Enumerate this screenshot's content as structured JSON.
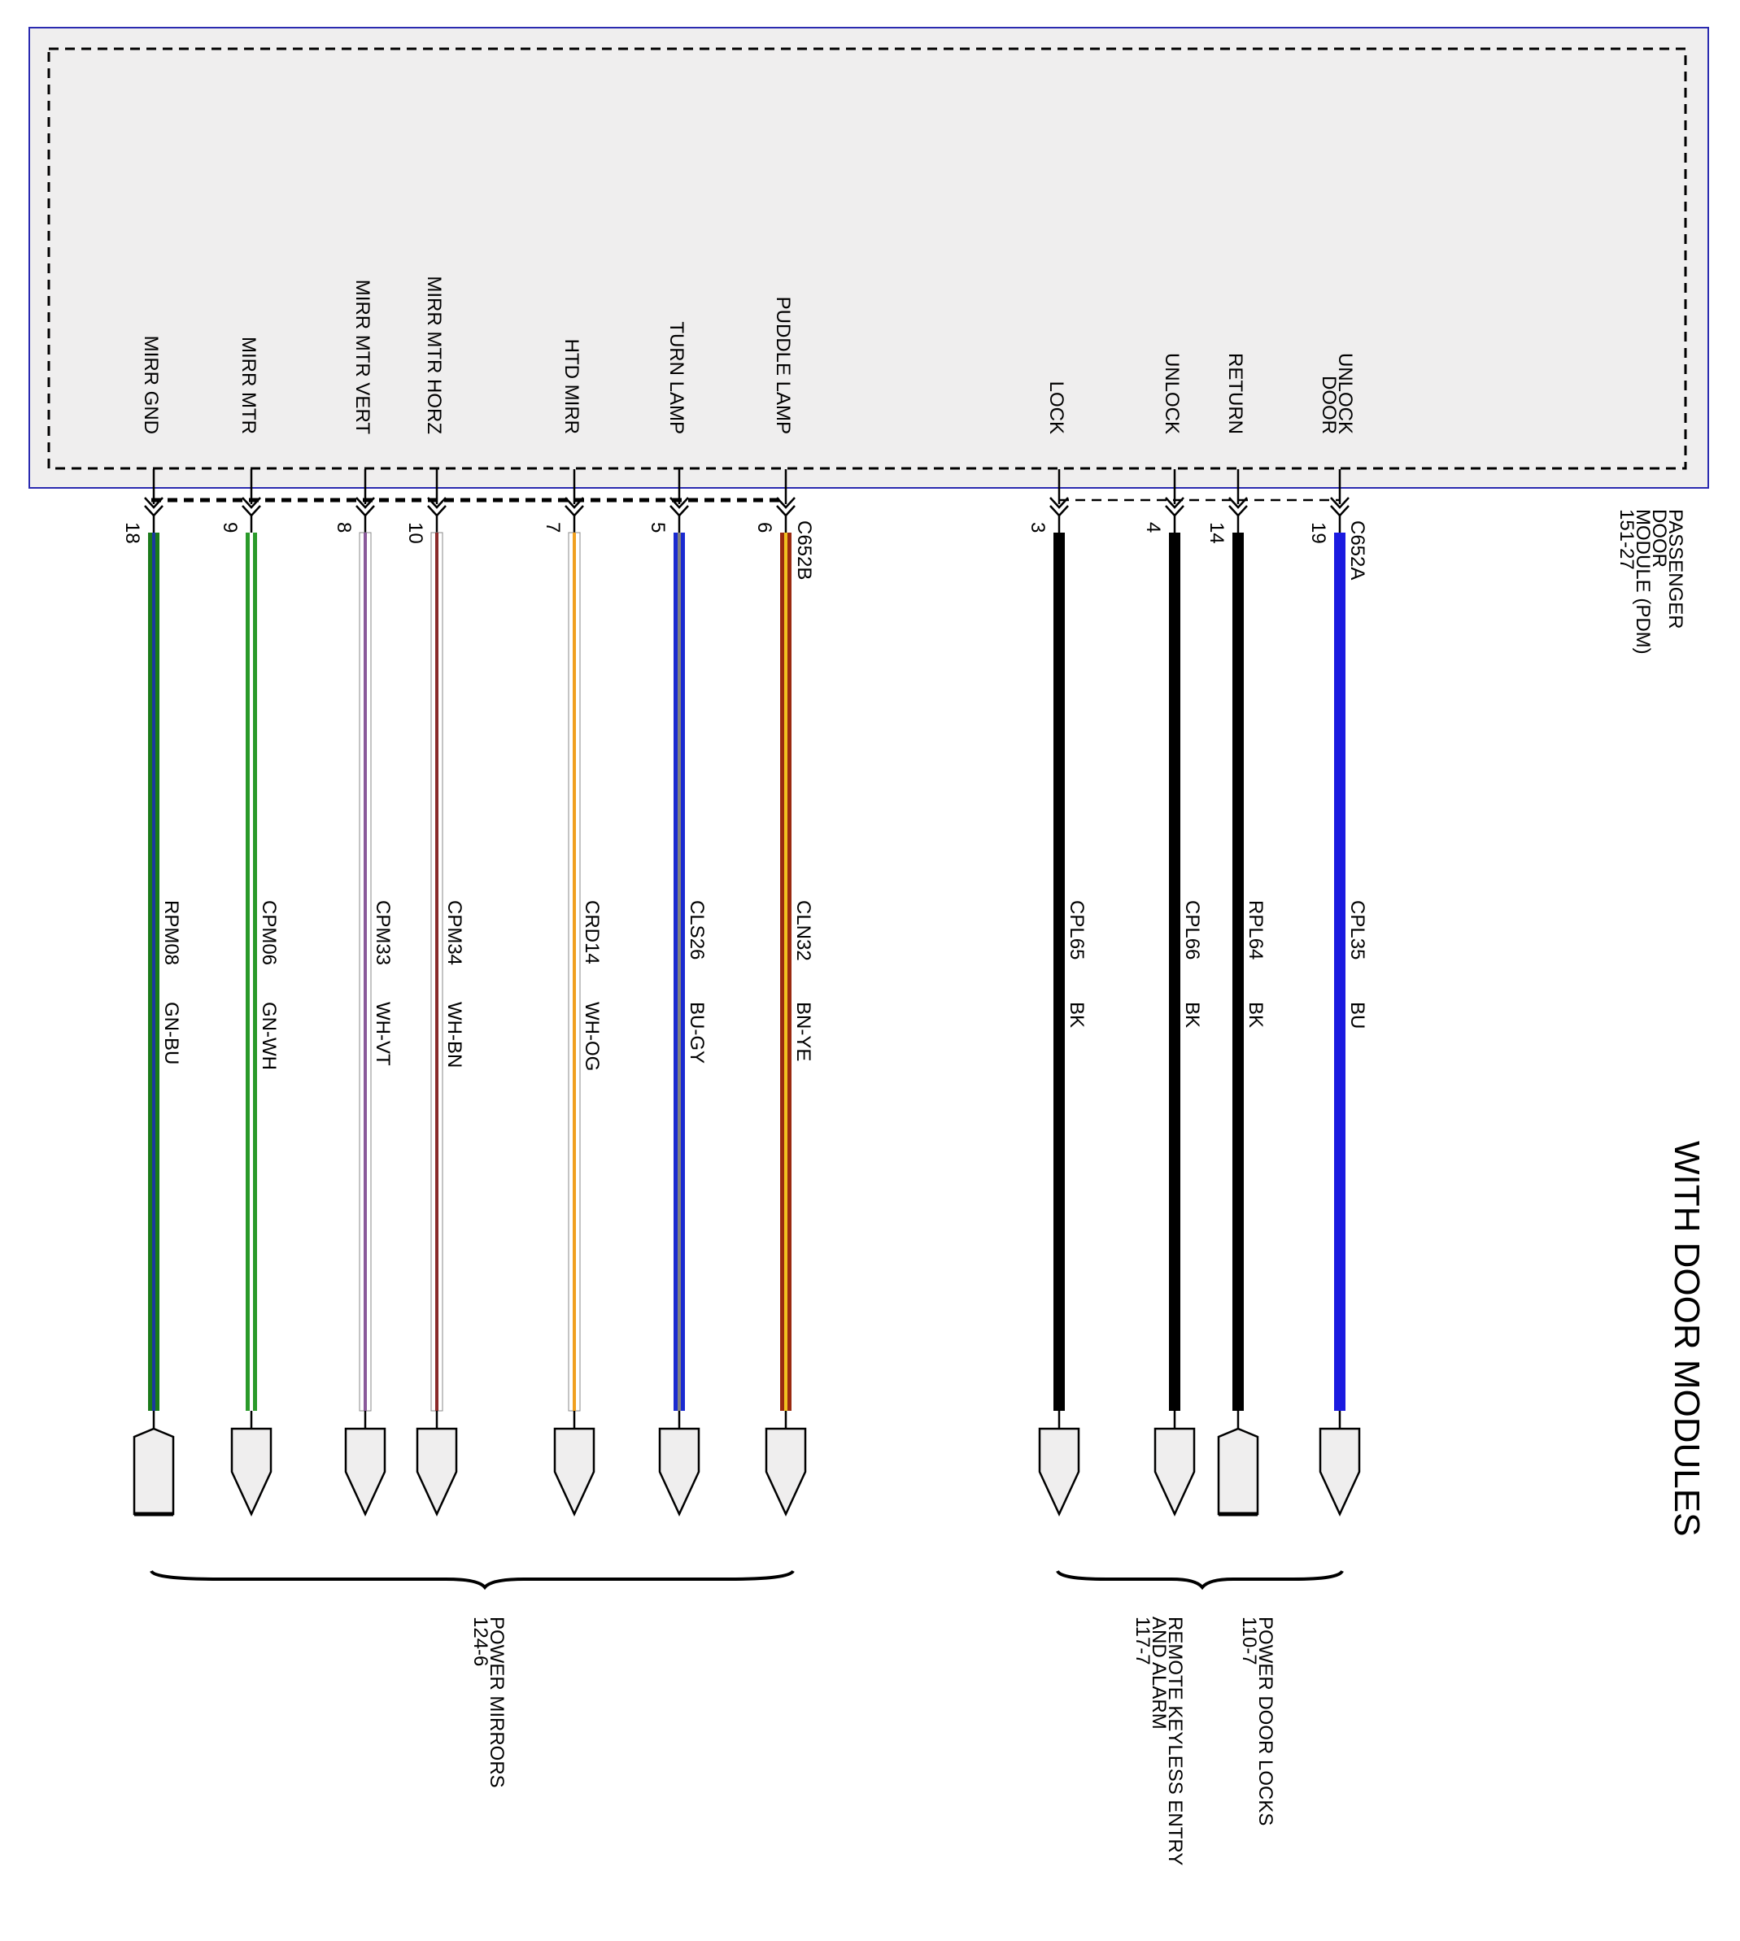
{
  "module": {
    "name_lines": [
      "PASSENGER",
      "DOOR",
      "MODULE (PDM)"
    ],
    "ref": "151-27"
  },
  "title": "WITH DOOR MODULES",
  "connectors": {
    "left": "C652B",
    "right": "C652A"
  },
  "pins": [
    {
      "label": [
        "MIRR GND"
      ],
      "pin": "18",
      "circuit": "RPM08",
      "color_code": "GN-BU",
      "colors": [
        "#1a7a1a",
        "#1a3aa0"
      ],
      "end": "up"
    },
    {
      "label": [
        "MIRR MTR"
      ],
      "pin": "9",
      "circuit": "CPM06",
      "color_code": "GN-WH",
      "colors": [
        "#2a9a2a",
        "#ffffff"
      ],
      "end": "down"
    },
    {
      "label": [
        "MIRR MTR VERT"
      ],
      "pin": "8",
      "circuit": "CPM33",
      "color_code": "WH-VT",
      "colors": [
        "#ffffff",
        "#8a5a9a"
      ],
      "end": "down"
    },
    {
      "label": [
        "MIRR MTR HORZ"
      ],
      "pin": "10",
      "circuit": "CPM34",
      "color_code": "WH-BN",
      "colors": [
        "#ffffff",
        "#8a2a2a"
      ],
      "end": "down"
    },
    {
      "label": [
        "HTD MIRR"
      ],
      "pin": "7",
      "circuit": "CRD14",
      "color_code": "WH-OG",
      "colors": [
        "#ffffff",
        "#f0a020"
      ],
      "end": "down"
    },
    {
      "label": [
        "TURN LAMP"
      ],
      "pin": "5",
      "circuit": "CLS26",
      "color_code": "BU-GY",
      "colors": [
        "#1a2ad0",
        "#808080"
      ],
      "end": "down"
    },
    {
      "label": [
        "PUDDLE LAMP"
      ],
      "pin": "6",
      "circuit": "CLN32",
      "color_code": "BN-YE",
      "colors": [
        "#9a2a10",
        "#f0c020"
      ],
      "end": "down"
    },
    {
      "label": [
        "LOCK"
      ],
      "pin": "3",
      "circuit": "CPL65",
      "color_code": "BK",
      "colors": [
        "#000000"
      ],
      "end": "down"
    },
    {
      "label": [
        "UNLOCK"
      ],
      "pin": "4",
      "circuit": "CPL66",
      "color_code": "BK",
      "colors": [
        "#000000"
      ],
      "end": "down"
    },
    {
      "label": [
        "RETURN"
      ],
      "pin": "14",
      "circuit": "RPL64",
      "color_code": "BK",
      "colors": [
        "#000000"
      ],
      "end": "up"
    },
    {
      "label": [
        "DOOR",
        "UNLOCK"
      ],
      "pin": "19",
      "circuit": "CPL35",
      "color_code": "BU",
      "colors": [
        "#1a1ae0"
      ],
      "end": "down"
    }
  ],
  "destinations": [
    {
      "lines": [
        "POWER MIRRORS",
        "124-6"
      ]
    },
    {
      "lines": [
        "REMOTE KEYLESS ENTRY",
        "AND ALARM",
        "117-7"
      ]
    },
    {
      "lines": [
        "POWER DOOR LOCKS",
        "110-7"
      ]
    }
  ]
}
